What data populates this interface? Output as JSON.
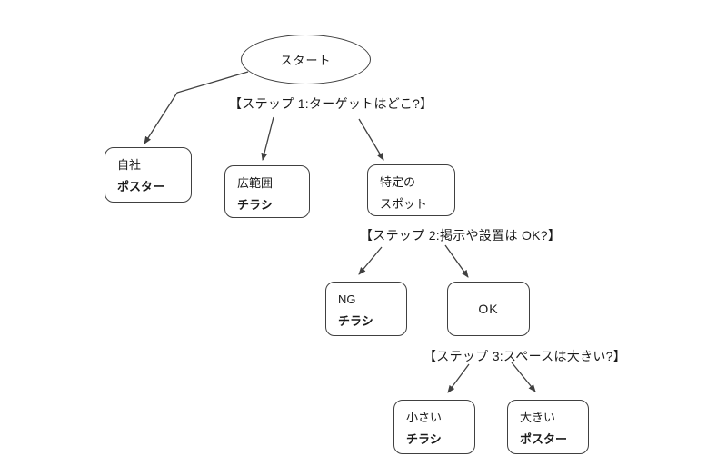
{
  "diagram": {
    "title_hint": "poster-or-flyer decision flowchart",
    "colors": {
      "line": "#404040",
      "text": "#1a1a1a",
      "background": "#ffffff"
    },
    "start": {
      "label": "スタート"
    },
    "steps": [
      {
        "label": "【ステップ 1:ターゲットはどこ?】"
      },
      {
        "label": "【ステップ 2:掲示や設置は OK?】"
      },
      {
        "label": "【ステップ 3:スペースは大きい?】"
      }
    ],
    "nodes": [
      {
        "id": "own-poster",
        "line1": "自社",
        "line2": "ポスター"
      },
      {
        "id": "wide-flyer",
        "line1": "広範囲",
        "line2": "チラシ"
      },
      {
        "id": "specific-spot",
        "line1": "特定の",
        "line2": "スポット"
      },
      {
        "id": "ng-flyer",
        "line1": "NG",
        "line2": "チラシ"
      },
      {
        "id": "ok",
        "line1": "OK"
      },
      {
        "id": "small-flyer",
        "line1": "小さい",
        "line2": "チラシ"
      },
      {
        "id": "large-poster",
        "line1": "大きい",
        "line2": "ポスター"
      }
    ]
  }
}
